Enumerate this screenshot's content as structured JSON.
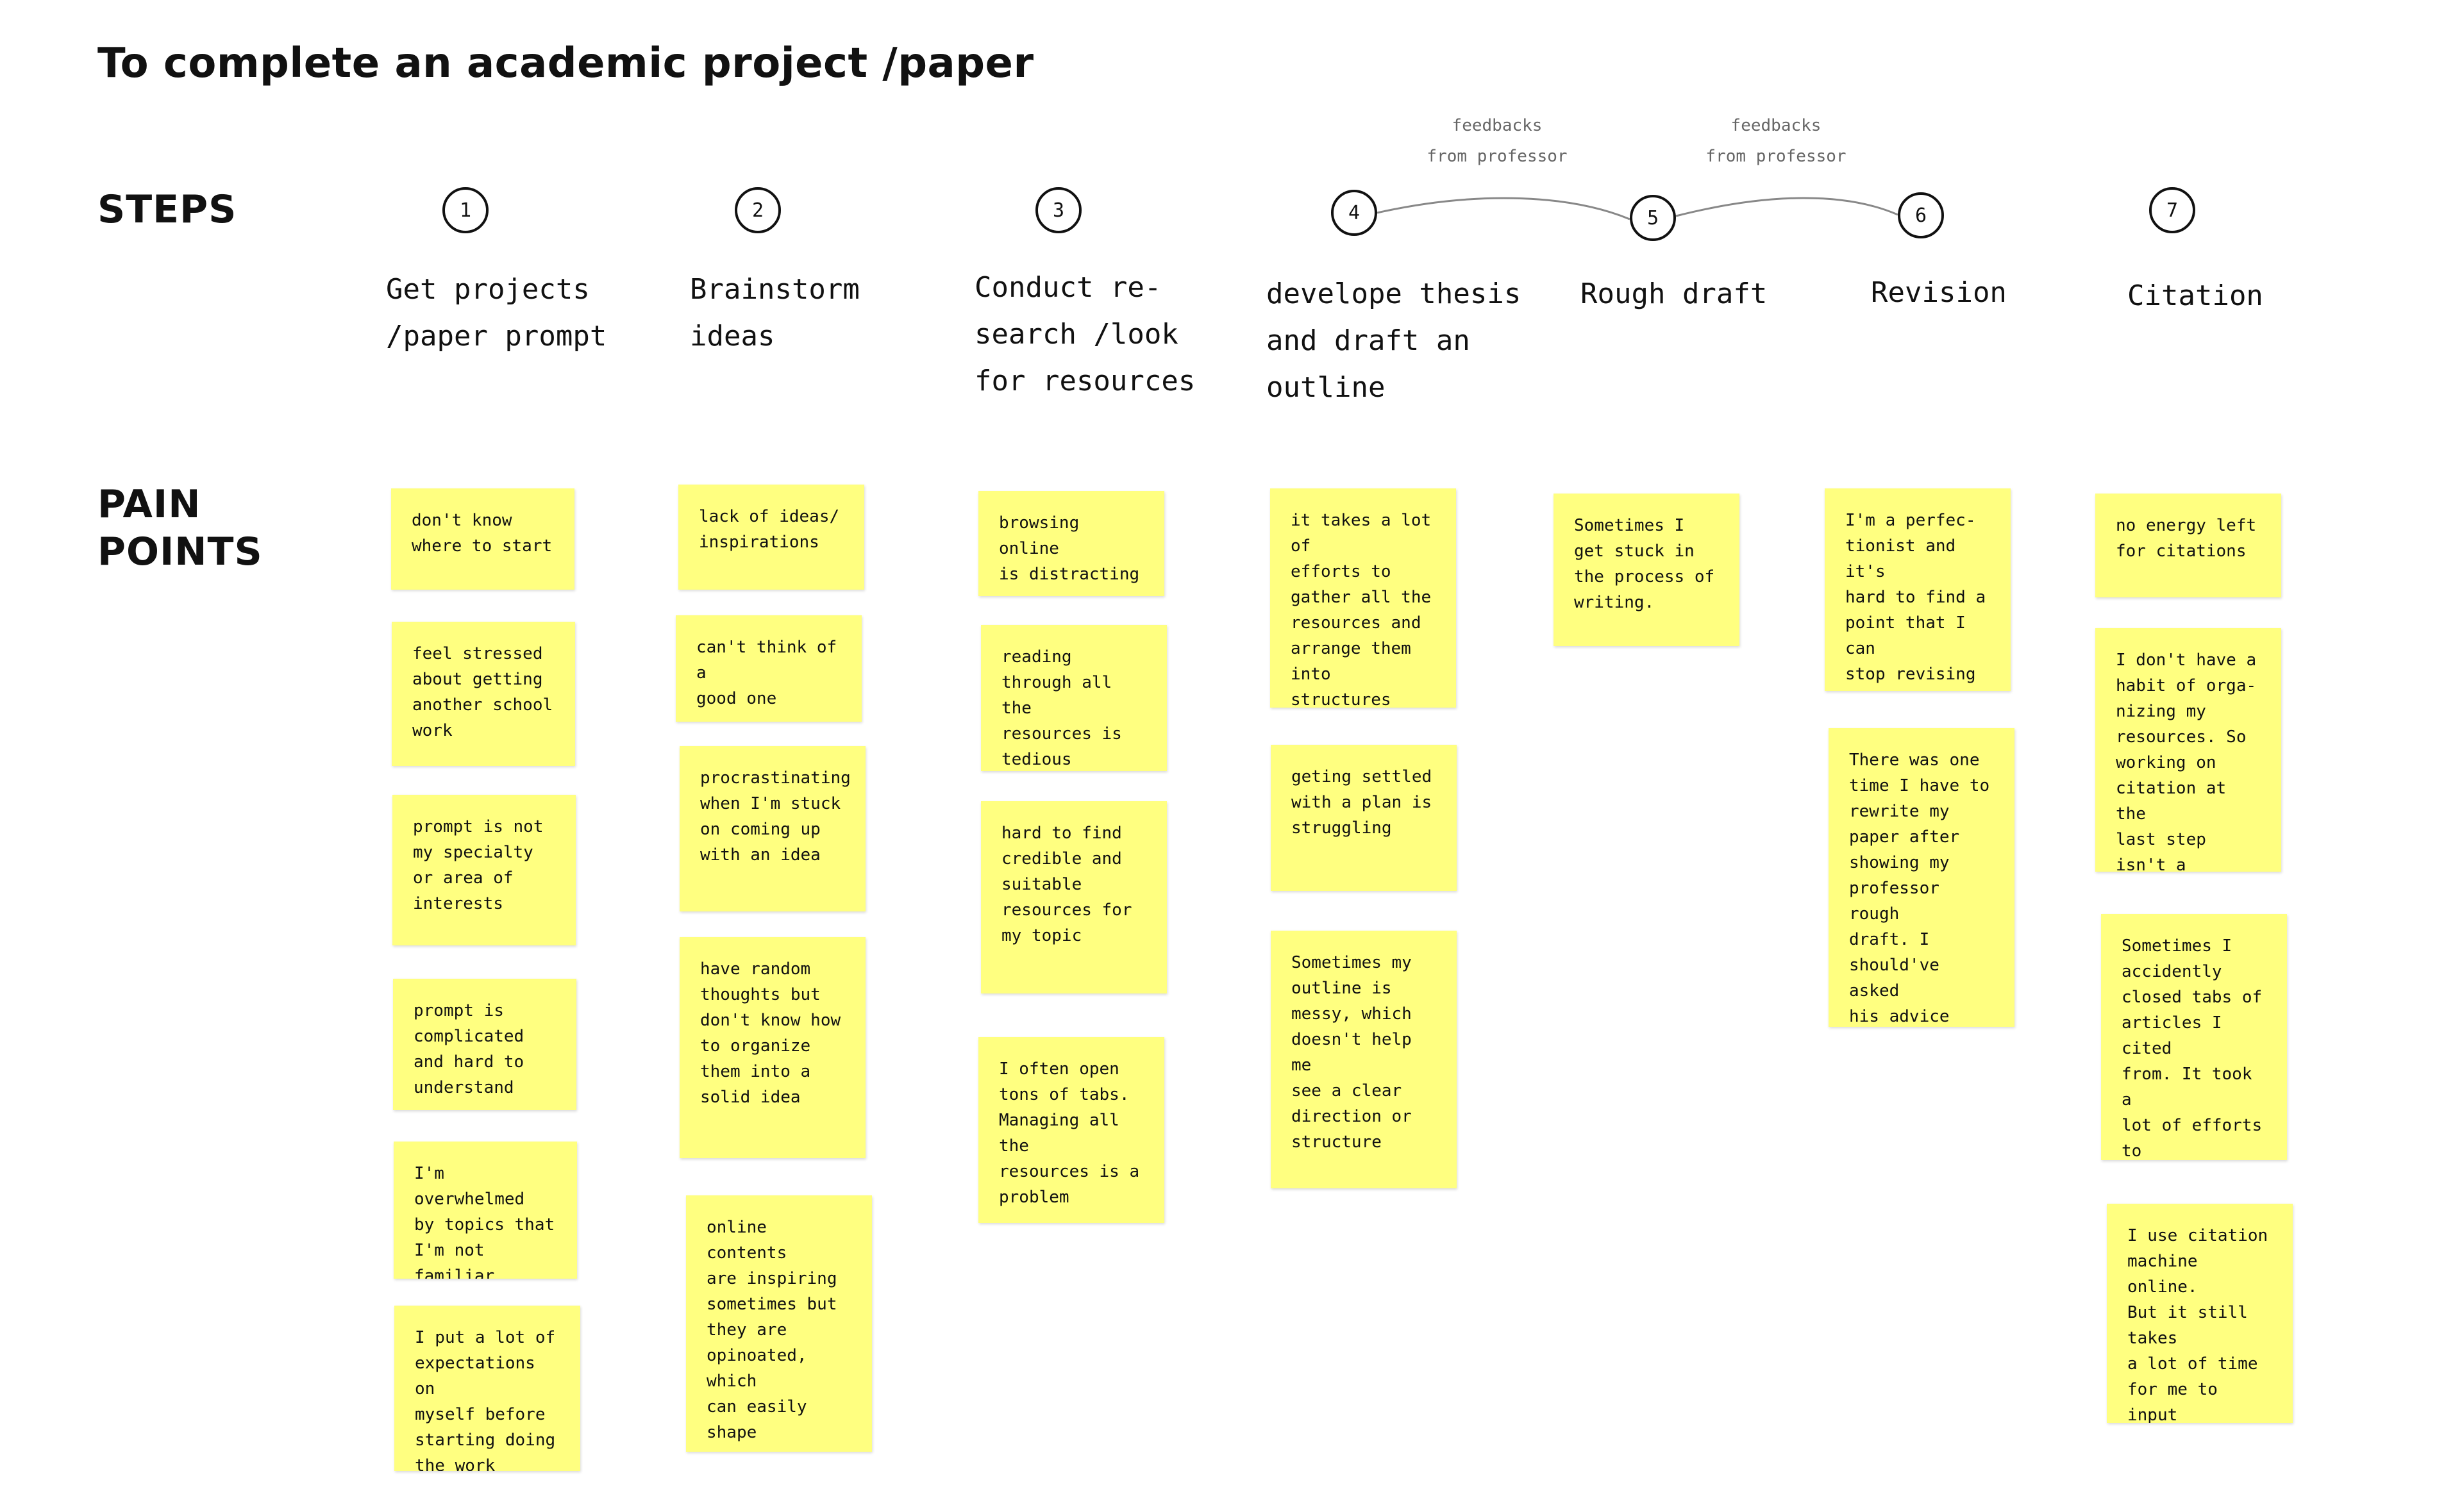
{
  "title": "To complete an academic project /paper",
  "labels": {
    "steps": "STEPS",
    "pain_points": "PAIN\nPOINTS"
  },
  "colors": {
    "sticky_note": "#ffff80",
    "text": "#111111",
    "connector": "#888888"
  },
  "feedbacks": [
    {
      "text": "feedbacks\nfrom professor"
    },
    {
      "text": "feedbacks\nfrom professor"
    }
  ],
  "steps": [
    {
      "num": "1",
      "title": "Get projects\n/paper prompt",
      "notes": [
        "don't know\nwhere to start",
        "feel stressed\nabout getting\nanother school\nwork",
        "prompt is not\nmy specialty\nor area of\ninterests",
        "prompt is\ncomplicated\nand hard to\nunderstand",
        "I'm overwhelmed\nby topics that\nI'm not familiar\nwith",
        "I put a lot of\nexpectations on\nmyself before\nstarting doing\nthe work"
      ]
    },
    {
      "num": "2",
      "title": "Brainstorm\nideas",
      "notes": [
        "lack of ideas/\ninspirations",
        "can't think of a\ngood one",
        "procrastinating\nwhen I'm stuck\non coming up\nwith an idea",
        "have random\nthoughts but\ndon't know how\nto organize\nthem into a\nsolid idea",
        "online contents\nare inspiring\nsometimes but\nthey are\nopinoated, which\ncan easily shape\nmy perspective."
      ]
    },
    {
      "num": "3",
      "title": "Conduct re-\nsearch /look\nfor resources",
      "notes": [
        "browsing online\nis distracting",
        "reading\nthrough all the\nresources is\ntedious",
        "hard to find\ncredible and\nsuitable\nresources for\nmy topic",
        "I often open\ntons of tabs.\nManaging all the\nresources is a\nproblem"
      ]
    },
    {
      "num": "4",
      "title": "develope thesis\nand draft an\noutline",
      "notes": [
        "it takes a lot of\nefforts to\ngather all the\nresources and\narrange them\ninto structures",
        "geting settled\nwith a plan is\nstruggling",
        "Sometimes my\noutline is\nmessy, which\ndoesn't help me\nsee a clear\ndirection or\nstructure"
      ]
    },
    {
      "num": "5",
      "title": "Rough draft",
      "notes": [
        "Sometimes I\nget stuck in\nthe process of\nwriting."
      ]
    },
    {
      "num": "6",
      "title": "Revision",
      "notes": [
        "I'm a perfec-\ntionist and it's\nhard to find a\npoint that I can\nstop revising\nmy paper",
        "There was one\ntime I have to\nrewrite my\npaper after\nshowing my\nprofessor rough\ndraft. I\nshould've asked\nhis advice\neralier."
      ]
    },
    {
      "num": "7",
      "title": "Citation",
      "notes": [
        "no energy left\nfor citations",
        "I don't have a\nhabit of orga-\nnizing my\nresources. So\nworking on\ncitation at the\nlast step isn't a\nfun experience.",
        "Sometimes I\naccidently\nclosed tabs of\narticles I cited\nfrom. It took a\nlot of efforts to\nretrieve them\nback.",
        "I use citation\nmachine online.\nBut it still takes\na lot of time\nfor me to input\nall the informa-\ntion."
      ]
    }
  ]
}
